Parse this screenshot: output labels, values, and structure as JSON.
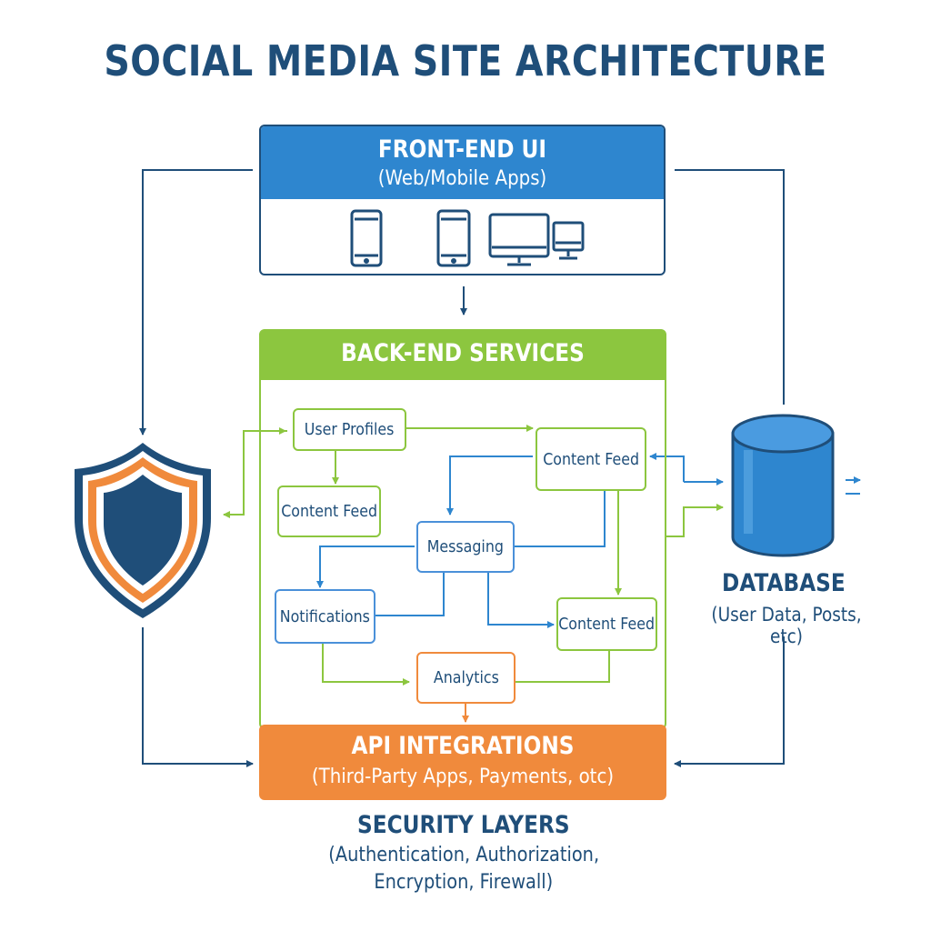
{
  "title": "SOCIAL MEDIA SITE ARCHITECTURE",
  "frontend": {
    "title": "FRONT-END UI",
    "subtitle": "(Web/Mobile Apps)",
    "devices": [
      "phone-icon",
      "phone-icon",
      "desktop-monitor-icon",
      "small-monitor-icon"
    ]
  },
  "backend": {
    "title": "BACK-END SERVICES"
  },
  "nodes": {
    "user_profiles": "User Profiles",
    "content_feed_left": "Content Feed",
    "content_feed_top": "Content Feed",
    "messaging": "Messaging",
    "notifications": "Notifications",
    "content_feed_bottom": "Content Feed",
    "analytics": "Analytics"
  },
  "api": {
    "title": "API INTEGRATIONS",
    "subtitle": "(Third-Party Apps, Payments, otc)"
  },
  "database": {
    "title": "DATABASE",
    "subtitle": "(User Data, Posts, etc)"
  },
  "security": {
    "title": "SECURITY LAYERS",
    "line1": "(Authentication, Authorization,",
    "line2": "Encryption, Firewall)"
  },
  "colors": {
    "navy": "#1f4e79",
    "blue": "#2e86cf",
    "green": "#8cc63f",
    "orange": "#f08a3c"
  }
}
